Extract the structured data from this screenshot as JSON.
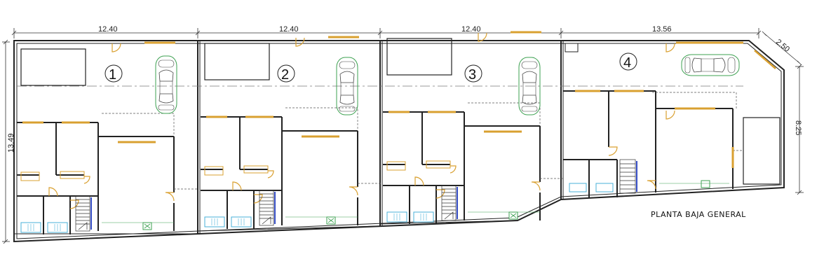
{
  "drawing": {
    "title": "PLANTA BAJA GENERAL",
    "dimensions": {
      "unit1_width": "12.40",
      "unit2_width": "12.40",
      "unit3_width": "12.40",
      "unit4_width": "13.56",
      "corner_chamfer": "2.50",
      "left_depth": "13.49",
      "right_depth": "8.25"
    },
    "units": [
      {
        "number": "1"
      },
      {
        "number": "2"
      },
      {
        "number": "3"
      },
      {
        "number": "4"
      }
    ]
  },
  "colors": {
    "walls": "#222222",
    "doors_windows": "#d9a030",
    "cars": "#3ca050",
    "fixtures": "#49b0d8",
    "stairs": "#3850c8",
    "axis": "#666666"
  },
  "icons": [
    "car-icon",
    "stair-icon",
    "door-swing-icon",
    "window-icon",
    "sink-icon"
  ]
}
